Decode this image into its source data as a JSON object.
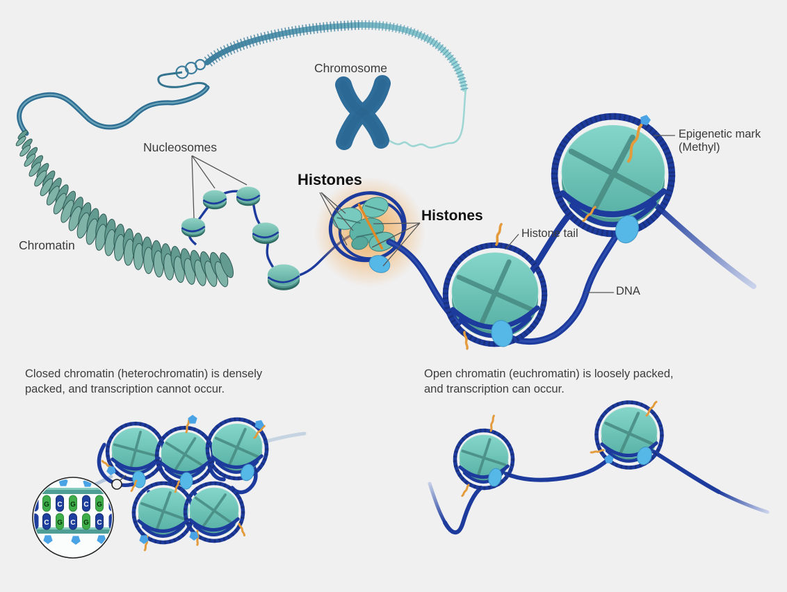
{
  "labels": {
    "chromosome": "Chromosome",
    "nucleosomes": "Nucleosomes",
    "histones_left": "Histones",
    "histones_right": "Histones",
    "chromatin": "Chromatin",
    "epigenetic_mark_line1": "Epigenetic mark",
    "epigenetic_mark_line2": "(Methyl)",
    "histone_tail": "Histone tail",
    "dna": "DNA"
  },
  "captions": {
    "closed": "Closed chromatin (heterochromatin) is densely packed, and transcription cannot occur.",
    "open": "Open chromatin (euchromatin) is loosely packed, and transcription can occur."
  },
  "magnifier": {
    "base_pairs": [
      {
        "top": {
          "letter": "G",
          "base": "green"
        },
        "bottom": {
          "letter": "C",
          "base": "blue"
        }
      },
      {
        "top": {
          "letter": "C",
          "base": "blue"
        },
        "bottom": {
          "letter": "G",
          "base": "green"
        }
      },
      {
        "top": {
          "letter": "G",
          "base": "green"
        },
        "bottom": {
          "letter": "C",
          "base": "blue"
        }
      },
      {
        "top": {
          "letter": "C",
          "base": "blue"
        },
        "bottom": {
          "letter": "G",
          "base": "green"
        }
      },
      {
        "top": {
          "letter": "G",
          "base": "green"
        },
        "bottom": {
          "letter": "C",
          "base": "blue"
        }
      }
    ]
  },
  "icons": {
    "methyl_mark": "pentagon-icon",
    "magnifier": "magnifier-circle-icon"
  },
  "colors": {
    "background": "#f0f0f1",
    "dna_navy": "#1d3b9c",
    "dna_navy_dark": "#15265f",
    "histone_teal": "#74ccc0",
    "histone_teal_dark": "#4f9e94",
    "histone_groove": "#478a81",
    "chromatin_teal": "#7fb3a8",
    "chromatin_teal_dark": "#2f5a55",
    "ribbon_blue": "#2f6f94",
    "ribbon_teal": "#9ad8da",
    "chromosome_blue": "#2e6d9a",
    "tail_orange": "#e39b3c",
    "methyl_blue": "#4aa3e4",
    "linker_blue": "#56b8e6",
    "glow_orange": "#f2a74e",
    "base_green": "#3fae4a",
    "base_blue": "#1e3f9e",
    "label_text": "#3a3a3a",
    "pointer_line": "#555555"
  }
}
